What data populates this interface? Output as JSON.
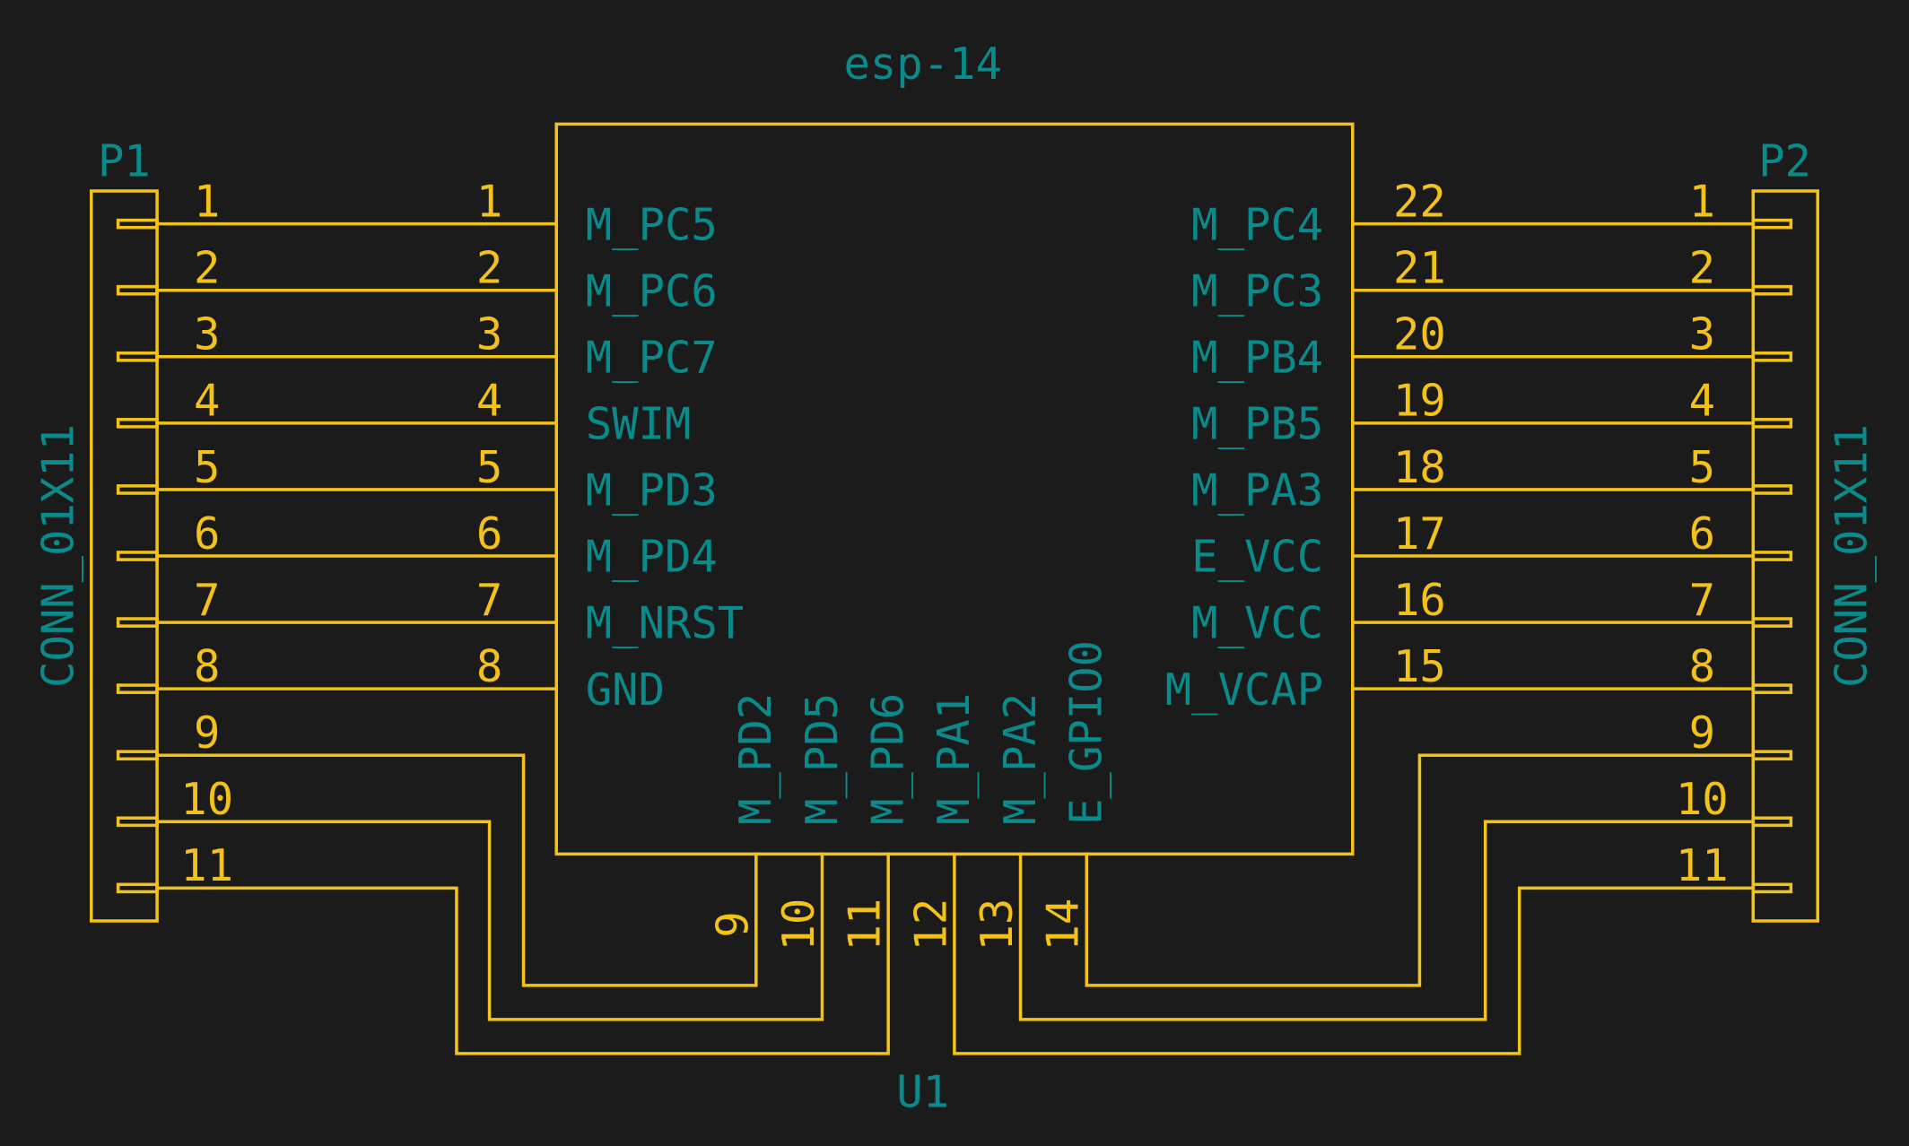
{
  "colors": {
    "background": "#1b1b1b",
    "wire": "#f2c21a",
    "label": "#0a8a8a"
  },
  "u1": {
    "reference": "U1",
    "value": "esp-14",
    "left_pins": [
      {
        "num": "1",
        "name": "M_PC5"
      },
      {
        "num": "2",
        "name": "M_PC6"
      },
      {
        "num": "3",
        "name": "M_PC7"
      },
      {
        "num": "4",
        "name": "SWIM"
      },
      {
        "num": "5",
        "name": "M_PD3"
      },
      {
        "num": "6",
        "name": "M_PD4"
      },
      {
        "num": "7",
        "name": "M_NRST"
      },
      {
        "num": "8",
        "name": "GND"
      }
    ],
    "bottom_pins": [
      {
        "num": "9",
        "name": "M_PD2"
      },
      {
        "num": "10",
        "name": "M_PD5"
      },
      {
        "num": "11",
        "name": "M_PD6"
      },
      {
        "num": "12",
        "name": "M_PA1"
      },
      {
        "num": "13",
        "name": "M_PA2"
      },
      {
        "num": "14",
        "name": "E_GPIO0"
      }
    ],
    "right_pins": [
      {
        "num": "22",
        "name": "M_PC4"
      },
      {
        "num": "21",
        "name": "M_PC3"
      },
      {
        "num": "20",
        "name": "M_PB4"
      },
      {
        "num": "19",
        "name": "M_PB5"
      },
      {
        "num": "18",
        "name": "M_PA3"
      },
      {
        "num": "17",
        "name": "E_VCC"
      },
      {
        "num": "16",
        "name": "M_VCC"
      },
      {
        "num": "15",
        "name": "M_VCAP"
      }
    ]
  },
  "p1": {
    "reference": "P1",
    "value": "CONN_01X11",
    "pins": [
      "1",
      "2",
      "3",
      "4",
      "5",
      "6",
      "7",
      "8",
      "9",
      "10",
      "11"
    ]
  },
  "p2": {
    "reference": "P2",
    "value": "CONN_01X11",
    "pins": [
      "1",
      "2",
      "3",
      "4",
      "5",
      "6",
      "7",
      "8",
      "9",
      "10",
      "11"
    ]
  },
  "connections": [
    {
      "from": "P1.1",
      "to": "U1.1"
    },
    {
      "from": "P1.2",
      "to": "U1.2"
    },
    {
      "from": "P1.3",
      "to": "U1.3"
    },
    {
      "from": "P1.4",
      "to": "U1.4"
    },
    {
      "from": "P1.5",
      "to": "U1.5"
    },
    {
      "from": "P1.6",
      "to": "U1.6"
    },
    {
      "from": "P1.7",
      "to": "U1.7"
    },
    {
      "from": "P1.8",
      "to": "U1.8"
    },
    {
      "from": "P1.9",
      "to": "U1.9"
    },
    {
      "from": "P1.10",
      "to": "U1.10"
    },
    {
      "from": "P1.11",
      "to": "U1.11"
    },
    {
      "from": "P2.1",
      "to": "U1.22"
    },
    {
      "from": "P2.2",
      "to": "U1.21"
    },
    {
      "from": "P2.3",
      "to": "U1.20"
    },
    {
      "from": "P2.4",
      "to": "U1.19"
    },
    {
      "from": "P2.5",
      "to": "U1.18"
    },
    {
      "from": "P2.6",
      "to": "U1.17"
    },
    {
      "from": "P2.7",
      "to": "U1.16"
    },
    {
      "from": "P2.8",
      "to": "U1.15"
    },
    {
      "from": "P2.9",
      "to": "U1.14"
    },
    {
      "from": "P2.10",
      "to": "U1.13"
    },
    {
      "from": "P2.11",
      "to": "U1.12"
    }
  ]
}
